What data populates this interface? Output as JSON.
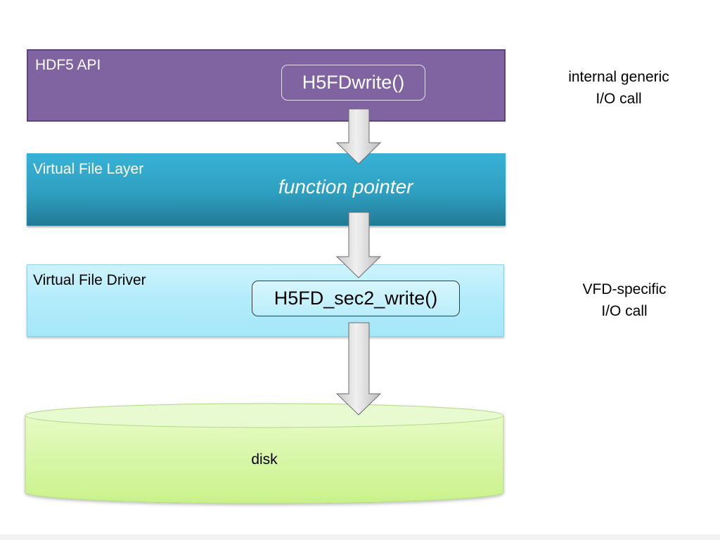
{
  "layers": {
    "api": {
      "label": "HDF5 API",
      "call": "H5FDwrite()"
    },
    "vfl": {
      "label": "Virtual File Layer",
      "call": "function pointer"
    },
    "vfd": {
      "label": "Virtual File Driver",
      "call": "H5FD_sec2_write()"
    }
  },
  "disk": {
    "label": "disk"
  },
  "notes": {
    "generic": {
      "line1": "internal generic",
      "line2": "I/O call"
    },
    "vfd": {
      "line1": "VFD-specific",
      "line2": "I/O call"
    }
  },
  "colors": {
    "api_fill": "#8064a2",
    "vfl_fill": "#2f9fc0",
    "vfd_fill": "#b2ecfb",
    "disk_fill": "#d7f7a6",
    "arrow_fill": "#d9d9d9"
  }
}
